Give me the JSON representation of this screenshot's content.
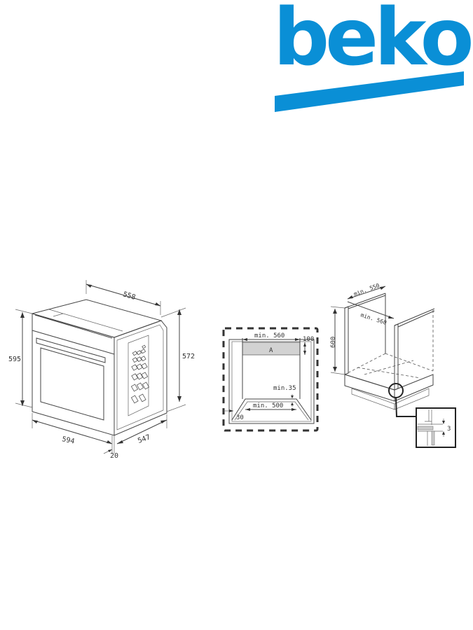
{
  "brand": {
    "name": "beko",
    "color": "#0a8fd6"
  },
  "oven_diagram": {
    "width_top": "558",
    "height_front": "595",
    "height_side": "572",
    "width_front": "594",
    "depth": "547",
    "door_thickness": "20"
  },
  "cutout_diagram": {
    "min_width_top": "min. 560",
    "vent_height": "100",
    "vent_label": "A",
    "min_gap": "min.35",
    "min_width_bottom": "min. 500",
    "side_clearance": "30"
  },
  "cabinet_diagram": {
    "min_depth": "min. 550",
    "min_width": "min. 560",
    "height": "600",
    "detail_gap": "3"
  }
}
